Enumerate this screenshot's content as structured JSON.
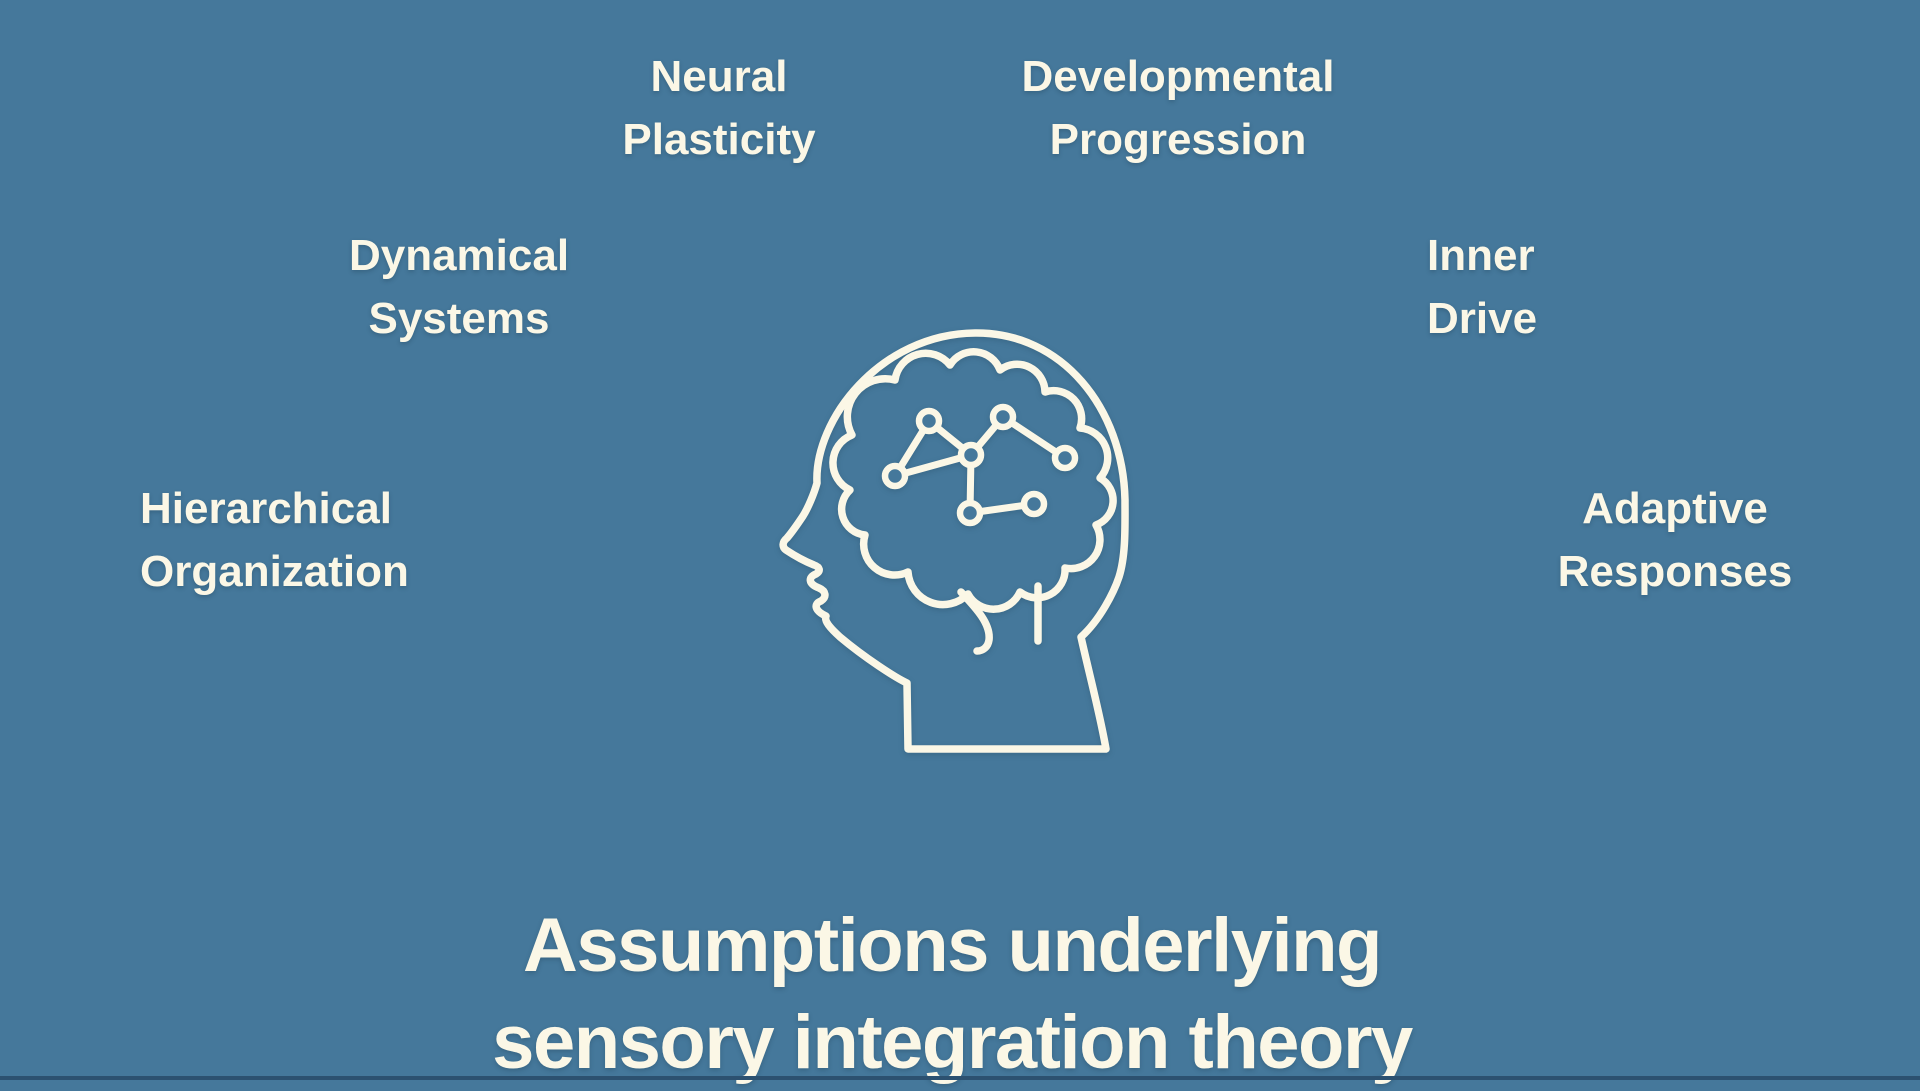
{
  "colors": {
    "background": "#45789B",
    "text_cream": "#FBF7E6",
    "icon_stroke": "#FBF7E6",
    "bottom_edge": "#2C5170"
  },
  "labels": [
    {
      "id": "neural-plasticity",
      "lines": [
        "Neural",
        "Plasticity"
      ]
    },
    {
      "id": "developmental-progression",
      "lines": [
        "Developmental",
        "Progression"
      ]
    },
    {
      "id": "dynamical-systems",
      "lines": [
        "Dynamical",
        "Systems"
      ]
    },
    {
      "id": "inner-drive",
      "lines": [
        "Inner",
        "Drive"
      ]
    },
    {
      "id": "hierarchical-organization",
      "lines": [
        "Hierarchical",
        "Organization"
      ]
    },
    {
      "id": "adaptive-responses",
      "lines": [
        "Adaptive",
        "Responses"
      ]
    }
  ],
  "title": {
    "lines": [
      "Assumptions underlying",
      "sensory integration theory"
    ]
  },
  "icon": {
    "name": "head-brain-network-icon",
    "description": "Outlined human head profile facing left with cloud-shaped brain containing a 7-node connected network"
  }
}
